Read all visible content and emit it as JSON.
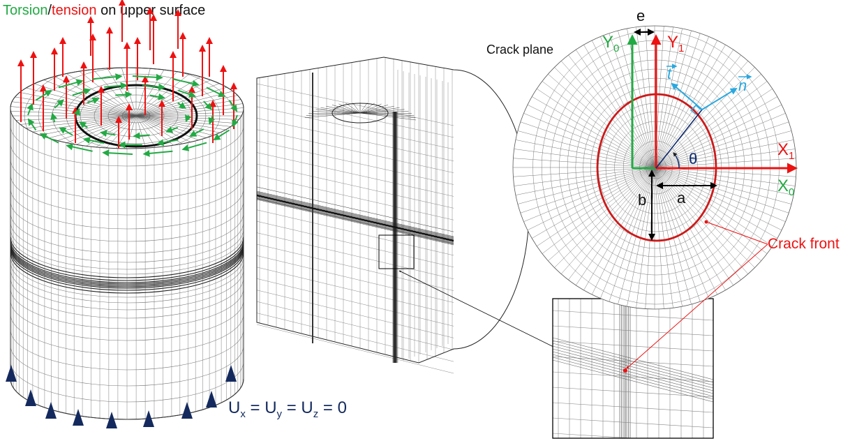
{
  "title": {
    "torsion": "Torsion",
    "separator": "/",
    "tension": "tension",
    "rest": " on upper surface"
  },
  "labels": {
    "crack_plane": "Crack plane",
    "e": "e",
    "y0": "Y",
    "y0_sub": "0",
    "y1": "Y",
    "y1_sub": "1",
    "x1": "X",
    "x1_sub": "1",
    "x0": "X",
    "x0_sub": "0",
    "t_vec": "t",
    "n_vec": "n",
    "theta": "θ",
    "a": "a",
    "b": "b",
    "crack_front": "Crack front",
    "boundary_condition": "U",
    "bc_sub_x": "x",
    "bc_sub_y": "y",
    "bc_sub_z": "z",
    "bc_rest": " = 0"
  },
  "colors": {
    "tension": "#ee1111",
    "torsion": "#22aa44",
    "vector": "#29a8e0",
    "navy": "#142a5e",
    "mesh": "#777777",
    "dense_mesh": "#222222"
  }
}
